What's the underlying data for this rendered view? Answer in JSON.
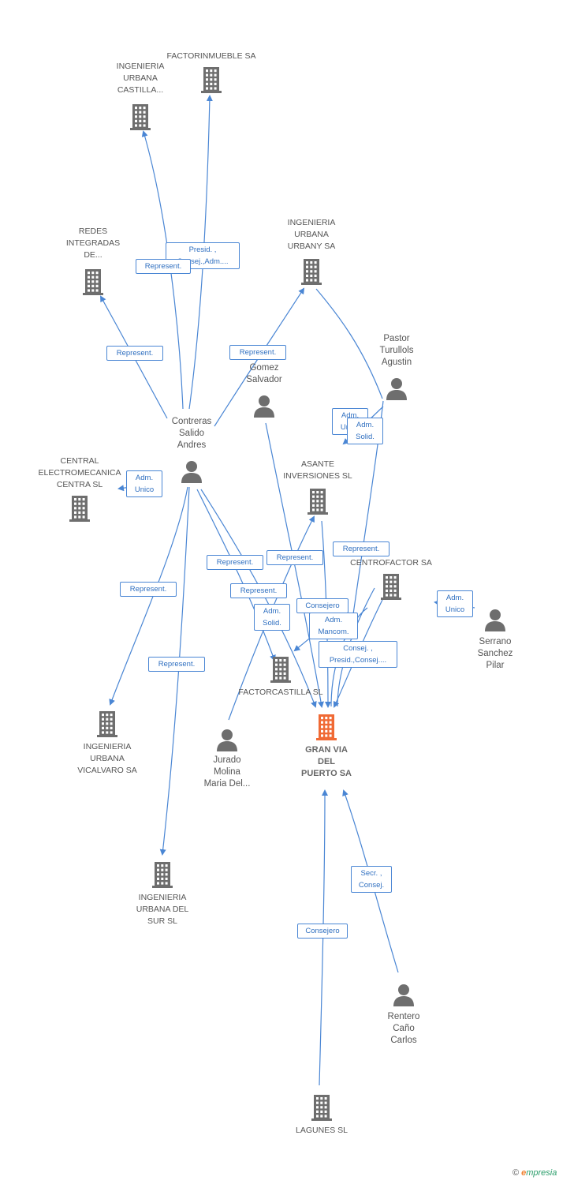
{
  "nodes": [
    {
      "id": "factorinmueble",
      "type": "company",
      "label": "FACTORINMUEBLE SA"
    },
    {
      "id": "ing_castilla",
      "type": "company",
      "label": "INGENIERIA\nURBANA\nCASTILLA..."
    },
    {
      "id": "redes",
      "type": "company",
      "label": "REDES\nINTEGRADAS\nDE..."
    },
    {
      "id": "ing_urbany",
      "type": "company",
      "label": "INGENIERIA\nURBANA\nURBANY SA"
    },
    {
      "id": "pastor",
      "type": "person",
      "label": "Pastor\nTurullols\nAgustin"
    },
    {
      "id": "gomez",
      "type": "person",
      "label": "Gomez\nSalvador"
    },
    {
      "id": "contreras",
      "type": "person",
      "label": "Contreras\nSalido\nAndres"
    },
    {
      "id": "central",
      "type": "company",
      "label": "CENTRAL\nELECTROMECANICA\nCENTRA SL"
    },
    {
      "id": "asante",
      "type": "company",
      "label": "ASANTE\nINVERSIONES SL"
    },
    {
      "id": "centrofactor",
      "type": "company",
      "label": "CENTROFACTOR SA"
    },
    {
      "id": "serrano",
      "type": "person",
      "label": "Serrano\nSanchez\nPilar"
    },
    {
      "id": "factorcastilla",
      "type": "company",
      "label": "FACTORCASTILLA SL"
    },
    {
      "id": "granvia",
      "type": "main",
      "label": "GRAN VIA\nDEL\nPUERTO SA"
    },
    {
      "id": "ing_vicalvaro",
      "type": "company",
      "label": "INGENIERIA\nURBANA\nVICALVARO SA"
    },
    {
      "id": "jurado",
      "type": "person",
      "label": "Jurado\nMolina\nMaria Del..."
    },
    {
      "id": "ing_sur",
      "type": "company",
      "label": "INGENIERIA\nURBANA DEL\nSUR SL"
    },
    {
      "id": "rentero",
      "type": "person",
      "label": "Rentero\nCaño\nCarlos"
    },
    {
      "id": "lagunes",
      "type": "company",
      "label": "LAGUNES SL"
    }
  ],
  "relations": [
    {
      "id": "r1",
      "label": "Presid. ,\nConsej.,Adm...."
    },
    {
      "id": "r2",
      "label": "Represent."
    },
    {
      "id": "r3",
      "label": "Represent."
    },
    {
      "id": "r4",
      "label": "Represent."
    },
    {
      "id": "r5",
      "label": "Adm.\nUnico"
    },
    {
      "id": "r6",
      "label": "Adm.\nSolid."
    },
    {
      "id": "r7",
      "label": "Adm.\nUnico"
    },
    {
      "id": "r8",
      "label": "Represent."
    },
    {
      "id": "r9",
      "label": "Represent."
    },
    {
      "id": "r10",
      "label": "Represent."
    },
    {
      "id": "r11",
      "label": "Represent."
    },
    {
      "id": "r12",
      "label": "Represent."
    },
    {
      "id": "r13",
      "label": "Adm.\nSolid."
    },
    {
      "id": "r14",
      "label": "Consejero"
    },
    {
      "id": "r15",
      "label": "Adm.\nMancom."
    },
    {
      "id": "r16",
      "label": "Consej. ,\nPresid.,Consej...."
    },
    {
      "id": "r17",
      "label": "Adm.\nUnico"
    },
    {
      "id": "r18",
      "label": "Represent."
    },
    {
      "id": "r19",
      "label": "Secr. ,\nConsej."
    },
    {
      "id": "r20",
      "label": "Consejero"
    }
  ],
  "colors": {
    "edge": "#4a86d4",
    "icon": "#6e6e6e",
    "main_icon": "#f06a35",
    "label_text": "#555555",
    "relation_text": "#2f6fc0"
  },
  "brand": {
    "copyright": "©",
    "e": "e",
    "rest": "mpresia"
  }
}
